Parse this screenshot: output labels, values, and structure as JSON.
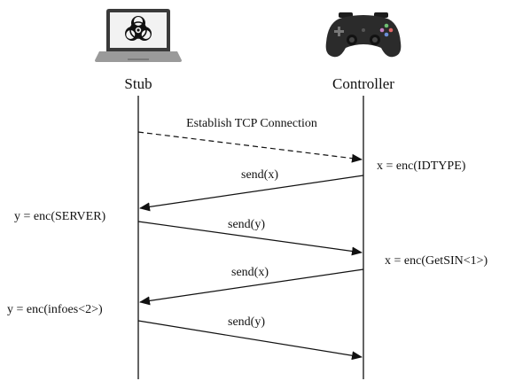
{
  "participants": {
    "stub": {
      "label": "Stub",
      "icon": "biohazard-laptop-icon"
    },
    "controller": {
      "label": "Controller",
      "icon": "game-controller-icon"
    }
  },
  "messages": [
    {
      "label": "Establish TCP Connection",
      "from": "stub",
      "to": "controller",
      "style": "dashed"
    },
    {
      "label": "send(x)",
      "from": "controller",
      "to": "stub",
      "style": "solid"
    },
    {
      "label": "send(y)",
      "from": "stub",
      "to": "controller",
      "style": "solid"
    },
    {
      "label": "send(x)",
      "from": "controller",
      "to": "stub",
      "style": "solid"
    },
    {
      "label": "send(y)",
      "from": "stub",
      "to": "controller",
      "style": "solid"
    }
  ],
  "notes": {
    "controller_1": "x = enc(IDTYPE)",
    "stub_1": "y = enc(SERVER)",
    "controller_2": "x = enc(GetSIN<1>)",
    "stub_2": "y = enc(infoes<2>)"
  },
  "colors": {
    "line": "#111111",
    "laptop_body": "#3a3a3a",
    "laptop_base": "#9a9a9a",
    "controller_body": "#2b2b2b",
    "screen": "#f2f2f2"
  }
}
